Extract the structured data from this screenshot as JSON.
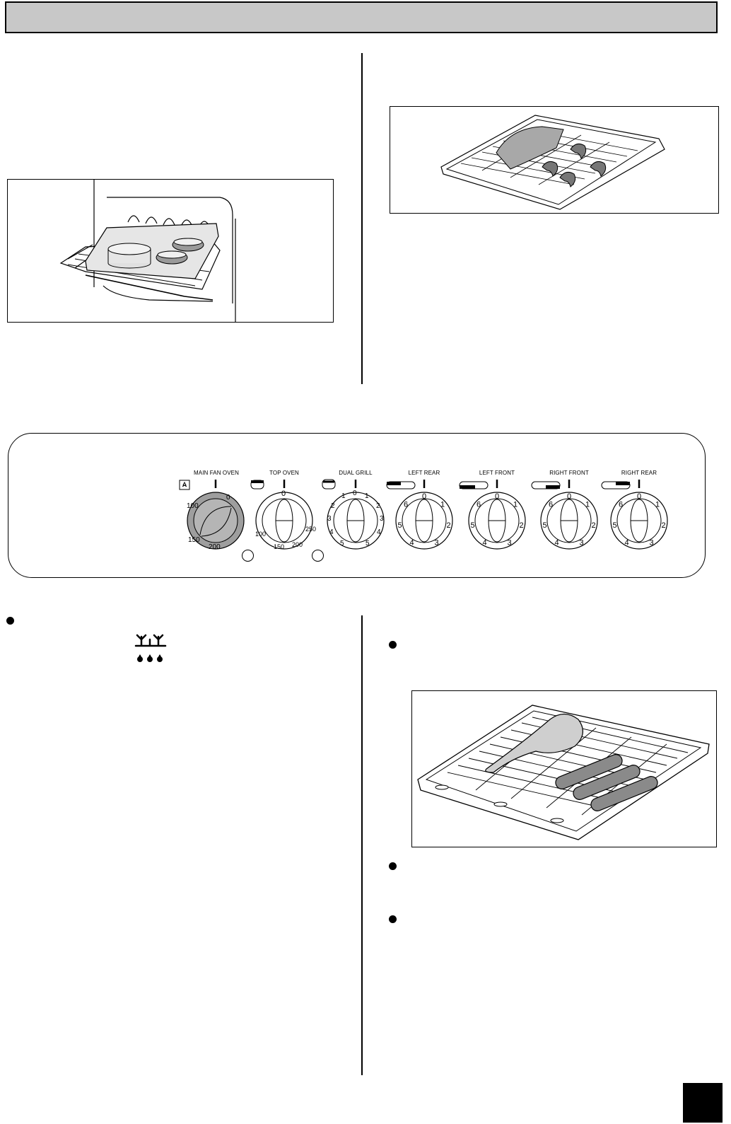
{
  "control_panel": {
    "knobs": [
      {
        "label": "MAIN FAN OVEN",
        "icon": "fan-icon",
        "scale": [
          "100",
          "0",
          "200",
          "150"
        ]
      },
      {
        "label": "TOP OVEN",
        "icon": "top-oven-icon",
        "scale": [
          "0",
          "250",
          "200",
          "150",
          "100"
        ]
      },
      {
        "label": "DUAL GRILL",
        "icon": "dual-grill-icon",
        "scale": [
          "1",
          "0",
          "1",
          "2",
          "3",
          "4",
          "5",
          "5",
          "4",
          "3",
          "2"
        ]
      },
      {
        "label": "LEFT REAR",
        "icon": "hob-left-rear-icon",
        "scale": [
          "0",
          "1",
          "2",
          "3",
          "4",
          "5",
          "6"
        ]
      },
      {
        "label": "LEFT FRONT",
        "icon": "hob-left-front-icon",
        "scale": [
          "0",
          "1",
          "2",
          "3",
          "4",
          "5",
          "6"
        ]
      },
      {
        "label": "RIGHT FRONT",
        "icon": "hob-right-front-icon",
        "scale": [
          "0",
          "1",
          "2",
          "3",
          "4",
          "5",
          "6"
        ]
      },
      {
        "label": "RIGHT REAR",
        "icon": "hob-right-rear-icon",
        "scale": [
          "0",
          "1",
          "2",
          "3",
          "4",
          "5",
          "6"
        ]
      }
    ],
    "indicator_lights": 2
  },
  "icons": {
    "defrost_symbol": "defrost-icon"
  },
  "illustrations": {
    "oven_shelf": "oven-shelf-with-baking-tray",
    "grill_pan_top": "grill-pan-with-fish-and-shrimp",
    "grill_pan_bottom": "grill-pan-with-steak-and-sausages"
  }
}
